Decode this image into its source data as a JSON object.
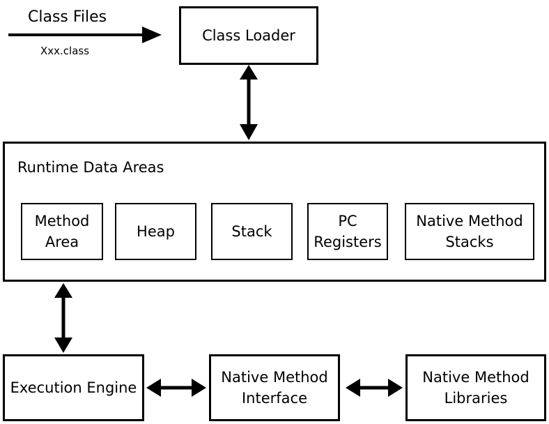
{
  "input": {
    "title": "Class Files",
    "subtitle": "Xxx.class"
  },
  "class_loader": {
    "label": "Class Loader"
  },
  "runtime": {
    "title": "Runtime Data Areas",
    "areas": [
      {
        "label": "Method\nArea"
      },
      {
        "label": "Heap"
      },
      {
        "label": "Stack"
      },
      {
        "label": "PC\nRegisters"
      },
      {
        "label": "Native Method\nStacks"
      }
    ]
  },
  "bottom": {
    "execution_engine": "Execution Engine",
    "native_interface": "Native Method\nInterface",
    "native_libraries": "Native Method\nLibraries"
  }
}
